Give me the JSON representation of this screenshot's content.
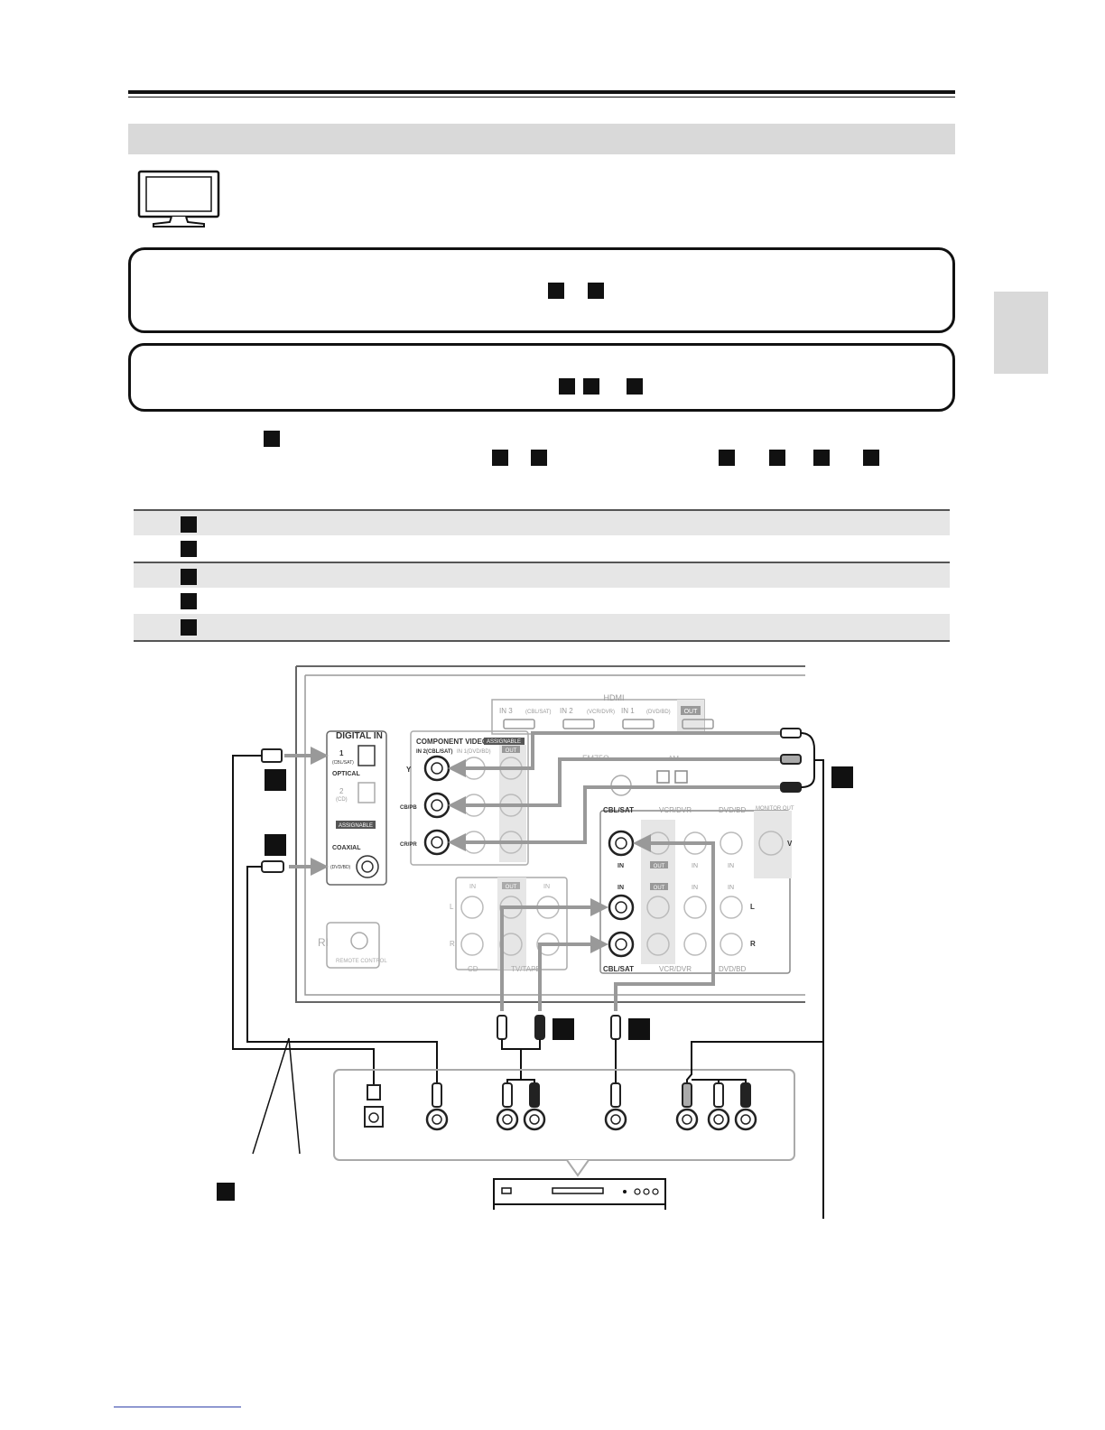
{
  "page": {
    "diagram": {
      "labels": {
        "hdmi": "HDMI",
        "in3": "IN 3",
        "in3_sub": "(CBL/SAT)",
        "in2": "IN 2",
        "in2_sub": "(VCR/DVR)",
        "in1": "IN 1",
        "in1_sub": "(DVD/BD)",
        "out": "OUT",
        "digital_in": "DIGITAL IN",
        "digital_1": "1",
        "digital_1_sub": "(CBL/SAT)",
        "optical": "OPTICAL",
        "digital_2": "2",
        "digital_2_sub": "(CD)",
        "assignable": "ASSIGNABLE",
        "coaxial": "COAXIAL",
        "coaxial_sub": "(DVD/BD)",
        "component_video": "COMPONENT VIDEO",
        "comp_in2": "IN 2(CBL/SAT)",
        "comp_in1": "IN 1(DVD/BD)",
        "y": "Y",
        "cb": "CB/PB",
        "cr": "CR/PR",
        "fm": "FM75Ω",
        "am": "AM",
        "cbl_sat": "CBL/SAT",
        "vcr_dvr": "VCR/DVR",
        "dvd_bd": "DVD/BD",
        "monitor_out": "MONITOR OUT",
        "v": "V",
        "in": "IN",
        "l": "L",
        "r": "R",
        "cd": "CD",
        "tv_tape": "TV/TAPE",
        "ri": "RI",
        "remote_control": "REMOTE CONTROL"
      }
    }
  }
}
